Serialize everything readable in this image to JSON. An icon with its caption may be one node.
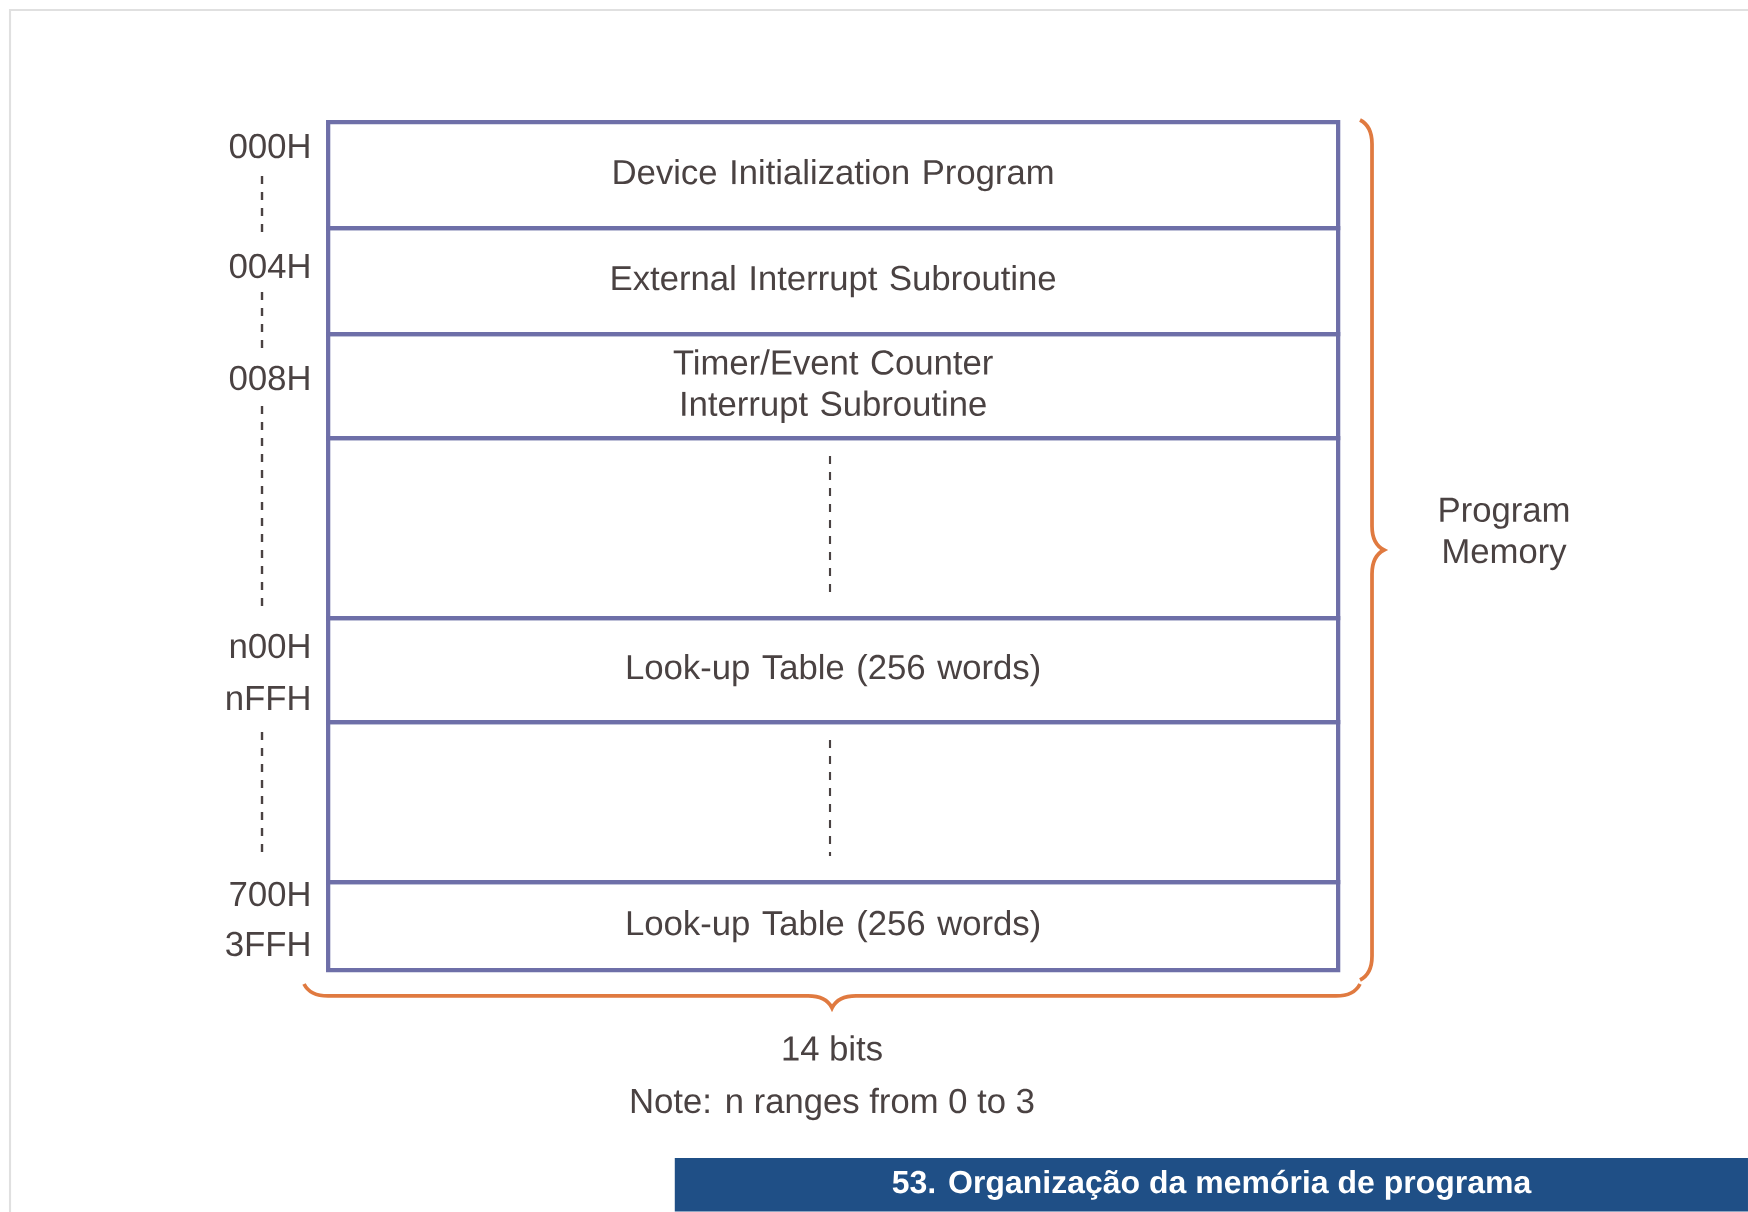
{
  "diagram": {
    "caption": "53. Organização da memória de programa",
    "nodes": [
      {
        "text": [
          "Device Initialization Program"
        ]
      },
      {
        "text": [
          "External Interrupt Subroutine"
        ]
      },
      {
        "text": [
          "Timer/Event Counter Interrupt Subroutine"
        ]
      },
      {
        "text": [],
        "shape": "box"
      },
      {
        "text": [
          "Look-up Table (256 words)"
        ]
      },
      {
        "text": [],
        "shape": "box"
      },
      {
        "text": [
          "Look-up Table (256 words)"
        ]
      }
    ],
    "edges": [],
    "labels": [
      "000H",
      "004H",
      "008H",
      "n00H",
      "nFFH",
      "700H",
      "3FFH",
      "Program Memory",
      "14 bits",
      "Note: n ranges from 0 to 3"
    ]
  }
}
